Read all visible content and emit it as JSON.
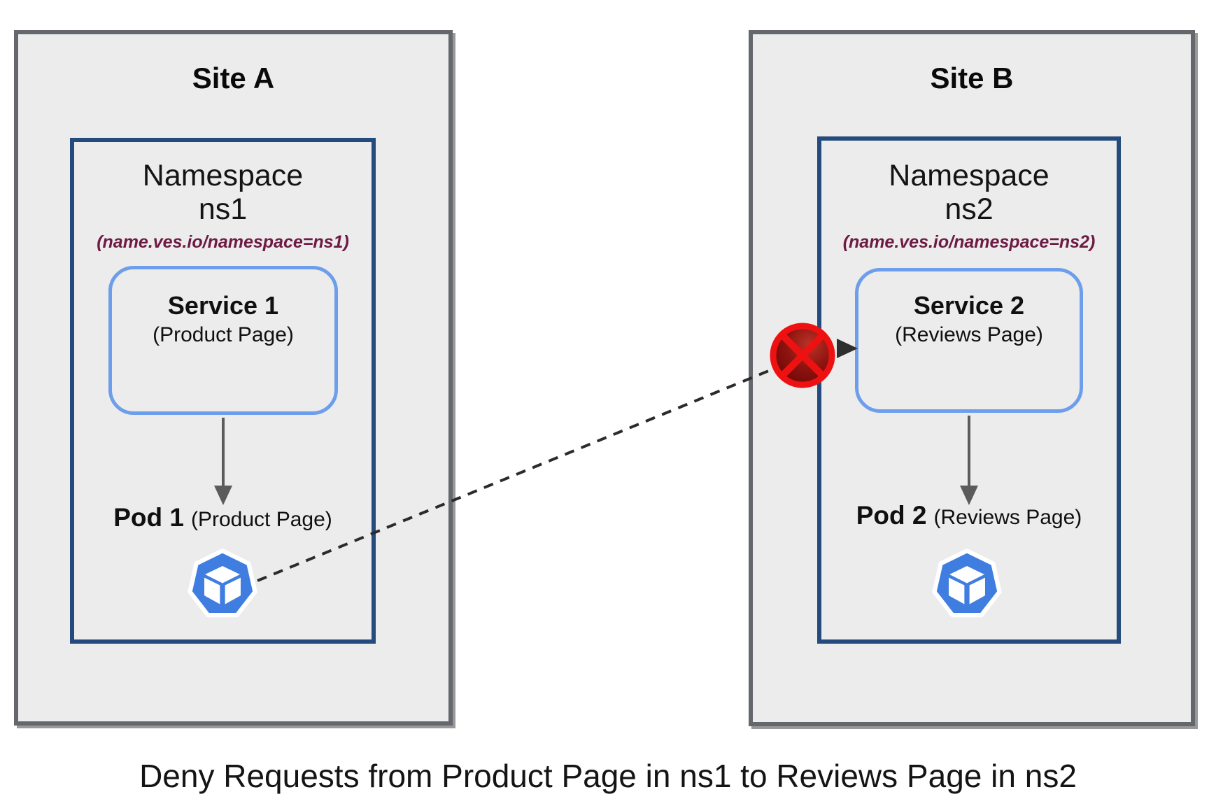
{
  "page": {
    "caption": "Deny Requests from Product Page in ns1 to Reviews Page in ns2"
  },
  "sites": [
    {
      "title": "Site A",
      "namespace": {
        "name": "Namespace",
        "id": "ns1",
        "selector": "(name.ves.io/namespace=ns1)"
      },
      "service": {
        "name": "Service 1",
        "subtitle": "(Product Page)"
      },
      "pod": {
        "name": "Pod 1",
        "subtitle": "(Product Page)"
      }
    },
    {
      "title": "Site B",
      "namespace": {
        "name": "Namespace",
        "id": "ns2",
        "selector": "(name.ves.io/namespace=ns2)"
      },
      "service": {
        "name": "Service 2",
        "subtitle": "(Reviews Page)"
      },
      "pod": {
        "name": "Pod 2",
        "subtitle": "(Reviews Page)"
      }
    }
  ],
  "connection": {
    "action": "deny",
    "style": "dashed-arrow",
    "from": "Pod 1 (Product Page) in ns1 on Site A",
    "to": "Service 2 (Reviews Page) in ns2 on Site B",
    "icon": "deny-icon"
  },
  "icons": [
    "kubernetes-pod-icon",
    "deny-icon"
  ],
  "colors": {
    "site_background": "#ececec",
    "site_border": "#64676b",
    "namespace_border": "#254a7d",
    "service_border": "#6d9eeb",
    "selector_text": "#6d1b44",
    "pod_icon_blue": "#3f7ee0",
    "deny_red": "#ee1111",
    "deny_fill_dark": "#6f0606",
    "arrow_gray": "#5b5b5b",
    "dashed_line": "#2b2b2b",
    "text": "#141414"
  }
}
